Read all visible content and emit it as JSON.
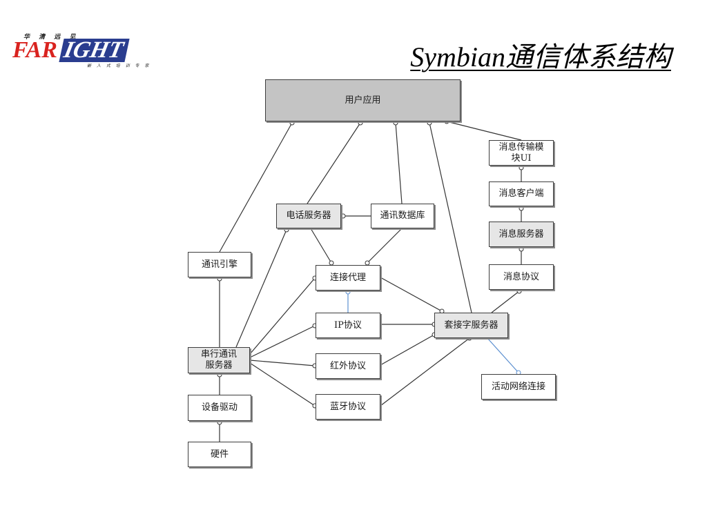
{
  "logo": {
    "tagline_top": "华 清 远 见",
    "brand_left": "FAR",
    "brand_right": "IGHT",
    "tagline_bottom": "嵌 入 式 培 训 专 家"
  },
  "title": "Symbian通信体系结构",
  "diagram": {
    "nodes": {
      "user_app": "用户应用",
      "msg_transport_ui": "消息传输模\n块UI",
      "msg_client": "消息客户端",
      "msg_server": "消息服务器",
      "msg_protocol": "消息协议",
      "telephony_server": "电话服务器",
      "comms_db": "通讯数据库",
      "comms_engine": "通讯引擎",
      "connection_agent": "连接代理",
      "ip_protocol": "IP协议",
      "socket_server": "套接字服务器",
      "serial_comms_server": "串行通讯\n服务器",
      "infrared_protocol": "红外协议",
      "active_network_connection": "活动网络连接",
      "device_driver": "设备驱动",
      "bluetooth_protocol": "蓝牙协议",
      "hardware": "硬件"
    },
    "edges": [
      [
        "user_app",
        "comms_engine"
      ],
      [
        "user_app",
        "telephony_server"
      ],
      [
        "user_app",
        "comms_db"
      ],
      [
        "user_app",
        "socket_server"
      ],
      [
        "user_app",
        "msg_transport_ui"
      ],
      [
        "msg_transport_ui",
        "msg_client"
      ],
      [
        "msg_client",
        "msg_server"
      ],
      [
        "msg_server",
        "msg_protocol"
      ],
      [
        "msg_protocol",
        "socket_server"
      ],
      [
        "telephony_server",
        "comms_db"
      ],
      [
        "telephony_server",
        "connection_agent"
      ],
      [
        "comms_db",
        "connection_agent"
      ],
      [
        "connection_agent",
        "ip_protocol"
      ],
      [
        "connection_agent",
        "socket_server"
      ],
      [
        "ip_protocol",
        "socket_server"
      ],
      [
        "infrared_protocol",
        "socket_server"
      ],
      [
        "bluetooth_protocol",
        "socket_server"
      ],
      [
        "socket_server",
        "active_network_connection"
      ],
      [
        "comms_engine",
        "serial_comms_server"
      ],
      [
        "serial_comms_server",
        "telephony_server"
      ],
      [
        "serial_comms_server",
        "connection_agent"
      ],
      [
        "serial_comms_server",
        "ip_protocol"
      ],
      [
        "serial_comms_server",
        "infrared_protocol"
      ],
      [
        "serial_comms_server",
        "bluetooth_protocol"
      ],
      [
        "serial_comms_server",
        "device_driver"
      ],
      [
        "device_driver",
        "hardware"
      ]
    ],
    "colors": {
      "line": "#333333",
      "highlight_line": "#5b8fd0",
      "box_border": "#3c3c3c",
      "box_shadow": "#8a8a8a",
      "fill_gray": "#e6e6e6",
      "fill_dark": "#c4c4c4"
    }
  }
}
